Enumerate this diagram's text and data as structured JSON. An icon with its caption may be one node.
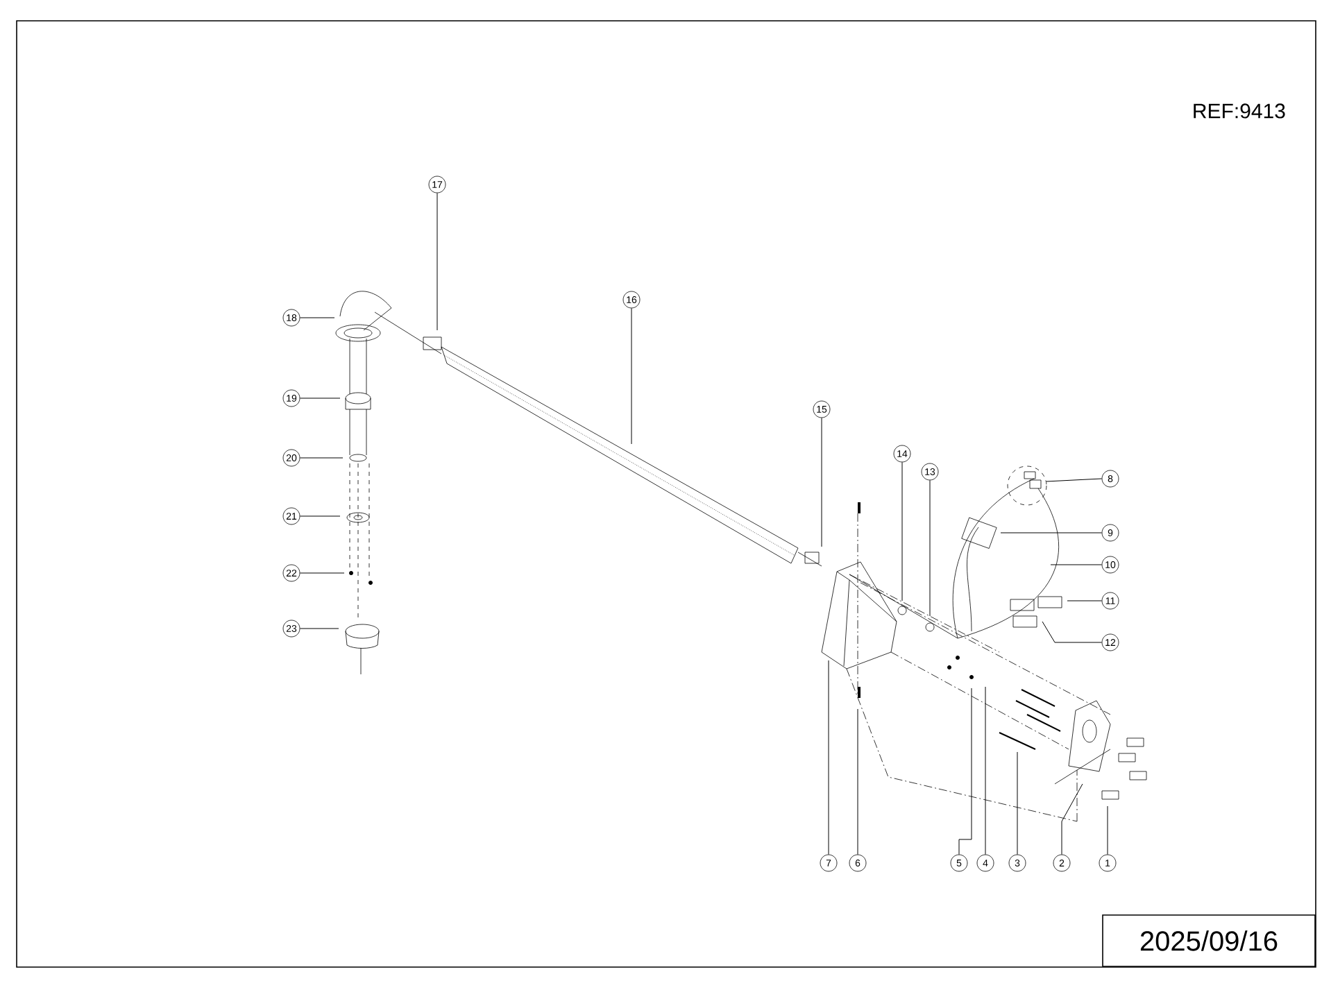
{
  "diagram": {
    "nodes": [
      {
        "text": [
          "1"
        ]
      },
      {
        "text": [
          "2"
        ]
      },
      {
        "text": [
          "3"
        ]
      },
      {
        "text": [
          "4"
        ]
      },
      {
        "text": [
          "5"
        ]
      },
      {
        "text": [
          "6"
        ]
      },
      {
        "text": [
          "7"
        ]
      },
      {
        "text": [
          "8"
        ]
      },
      {
        "text": [
          "9"
        ]
      },
      {
        "text": [
          "10"
        ]
      },
      {
        "text": [
          "11"
        ]
      },
      {
        "text": [
          "12"
        ]
      },
      {
        "text": [
          "13"
        ]
      },
      {
        "text": [
          "14"
        ]
      },
      {
        "text": [
          "15"
        ]
      },
      {
        "text": [
          "16"
        ]
      },
      {
        "text": [
          "17"
        ]
      },
      {
        "text": [
          "18"
        ]
      },
      {
        "text": [
          "19"
        ]
      },
      {
        "text": [
          "20"
        ]
      },
      {
        "text": [
          "21"
        ]
      },
      {
        "text": [
          "22"
        ]
      },
      {
        "text": [
          "23"
        ]
      },
      {
        "text": [
          "2025/09/16"
        ]
      }
    ],
    "edges": [
      {
        "from": 0,
        "to": null,
        "arrow": "none"
      },
      {
        "from": 1,
        "to": null,
        "arrow": "none"
      },
      {
        "from": 2,
        "to": null,
        "arrow": "none"
      },
      {
        "from": 3,
        "to": null,
        "arrow": "none"
      },
      {
        "from": 4,
        "to": null,
        "arrow": "none"
      },
      {
        "from": 5,
        "to": null,
        "arrow": "none"
      },
      {
        "from": 6,
        "to": null,
        "arrow": "none"
      },
      {
        "from": 7,
        "to": null,
        "arrow": "none"
      },
      {
        "from": 8,
        "to": null,
        "arrow": "none"
      },
      {
        "from": 9,
        "to": null,
        "arrow": "none"
      },
      {
        "from": 10,
        "to": null,
        "arrow": "none"
      },
      {
        "from": 11,
        "to": null,
        "arrow": "none"
      },
      {
        "from": 12,
        "to": null,
        "arrow": "none"
      },
      {
        "from": 13,
        "to": null,
        "arrow": "none"
      },
      {
        "from": 14,
        "to": null,
        "arrow": "none"
      },
      {
        "from": 15,
        "to": null,
        "arrow": "none"
      },
      {
        "from": 16,
        "to": null,
        "arrow": "none"
      },
      {
        "from": 17,
        "to": null,
        "arrow": "none"
      },
      {
        "from": 18,
        "to": null,
        "arrow": "none"
      },
      {
        "from": 19,
        "to": null,
        "arrow": "none"
      },
      {
        "from": 20,
        "to": null,
        "arrow": "none"
      },
      {
        "from": 21,
        "to": null,
        "arrow": "none"
      },
      {
        "from": 22,
        "to": null,
        "arrow": "none"
      }
    ],
    "labels": [
      "REF:9413"
    ]
  }
}
